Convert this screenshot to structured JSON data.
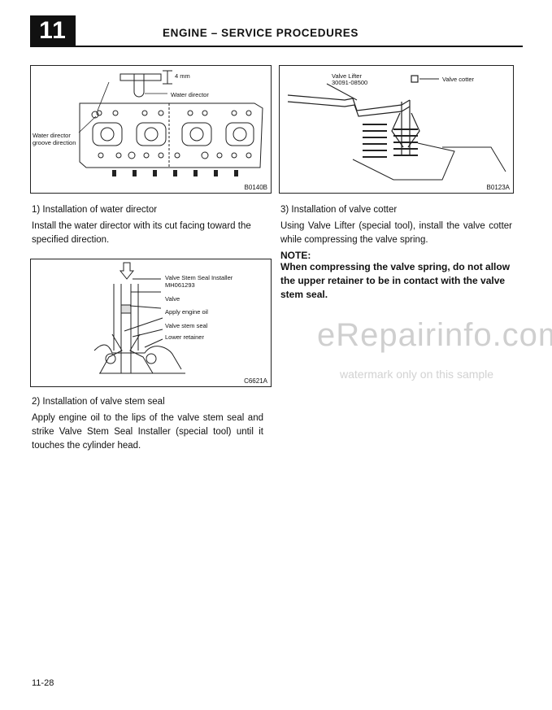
{
  "header": {
    "section_number": "11",
    "title": "ENGINE – SERVICE PROCEDURES"
  },
  "figure1": {
    "labels": [
      "4 mm",
      "Water director",
      "Water director",
      "groove direction"
    ],
    "id": "B0140B"
  },
  "figure2": {
    "labels": [
      "Valve Lifter",
      "30091-08500",
      "Valve cotter"
    ],
    "id": "B0123A"
  },
  "figure3": {
    "labels": [
      "Valve Stem Seal Installer",
      "MH061293",
      "Valve",
      "Apply engine oil",
      "Valve stem seal",
      "Lower retainer"
    ],
    "id": "C6621A"
  },
  "section1": {
    "heading": "1) Installation of water director",
    "body": "Install the water director with its cut facing toward the specified direction."
  },
  "section2": {
    "heading": "2) Installation of valve stem seal",
    "body": "Apply engine oil to the lips of the valve stem seal and strike Valve Stem Seal Installer (special tool) until it touches the cylinder head."
  },
  "section3": {
    "heading": "3) Installation of valve cotter",
    "body": "Using Valve Lifter (special tool), install the valve cotter while compressing the valve spring.",
    "note_title": "NOTE:",
    "note_body": "When compressing the valve spring, do not allow the upper retainer to be in contact with the valve stem seal."
  },
  "watermark": {
    "main": "eRepairinfo.com",
    "sub": "watermark only on this sample"
  },
  "page_number": "11-28"
}
